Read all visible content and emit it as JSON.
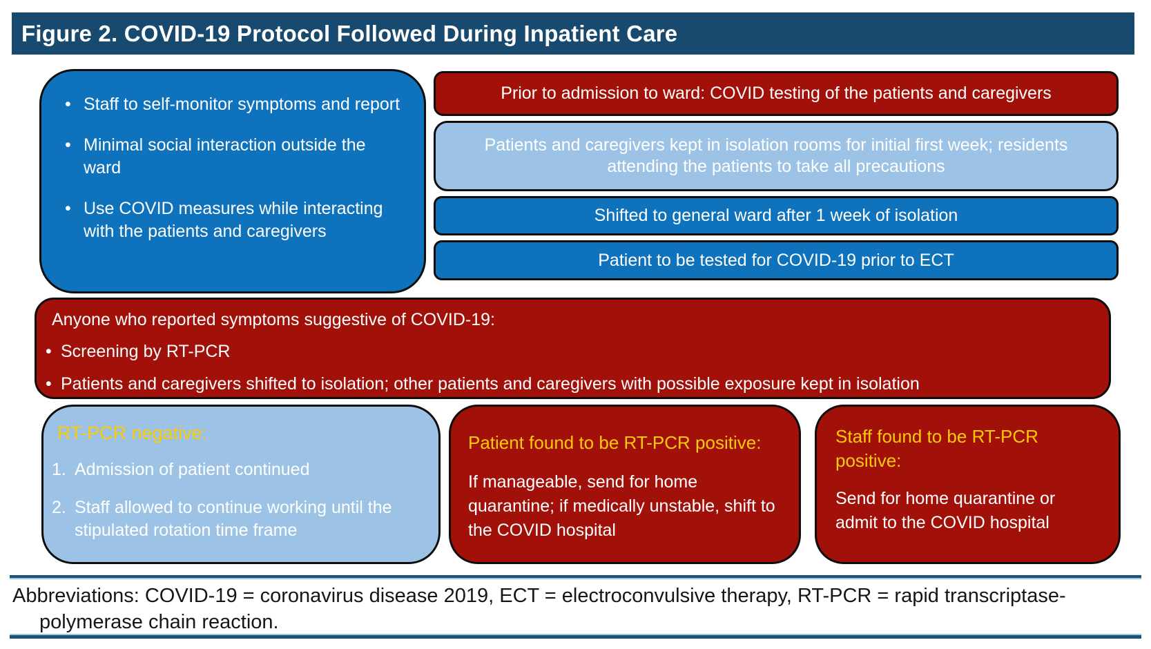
{
  "glyphs": {
    "bullet": "•"
  },
  "colors": {
    "header_bg": "#18496E",
    "blue": "#0F72BC",
    "light_blue": "#9CC2E6",
    "dark_red": "#A11109",
    "yellow": "#FBCB09",
    "rule_dark": "#185379",
    "rule_light": "#A4C6DA"
  },
  "header": {
    "title": "Figure 2. COVID-19 Protocol Followed During Inpatient Care"
  },
  "staff_precautions_box": {
    "items": [
      "Staff to self-monitor symptoms and report",
      "Minimal social interaction outside the ward",
      "Use COVID measures while interacting with the patients and caregivers"
    ]
  },
  "admission_flow": {
    "steps": [
      "Prior to admission to ward: COVID testing of the patients and caregivers",
      "Patients and caregivers kept in isolation rooms for initial first week; residents attending the patients to take all precautions",
      "Shifted to general ward after 1 week of isolation",
      "Patient to be tested for COVID-19 prior to ECT"
    ]
  },
  "symptoms_box": {
    "heading": "Anyone who reported symptoms suggestive of COVID-19:",
    "items": [
      "Screening by RT-PCR",
      "Patients and caregivers shifted to isolation; other patients and caregivers with possible exposure kept in isolation"
    ]
  },
  "outcome_boxes": {
    "negative": {
      "heading": "RT-PCR negative:",
      "items": [
        {
          "marker": "1.",
          "text": "Admission of patient continued"
        },
        {
          "marker": "2.",
          "text": "Staff allowed to continue working until the stipulated rotation time frame"
        }
      ]
    },
    "patient_positive": {
      "heading": "Patient found to be RT-PCR positive:",
      "body": "If manageable, send for home quarantine; if medically unstable, shift to the COVID hospital"
    },
    "staff_positive": {
      "heading": "Staff found to be RT-PCR positive:",
      "body": "Send for home quarantine or admit to the COVID hospital"
    }
  },
  "footer": {
    "line1": "Abbreviations: COVID-19 = coronavirus disease 2019, ECT = electroconvulsive therapy, RT-PCR = rapid transcriptase-",
    "line2": "polymerase chain reaction."
  }
}
